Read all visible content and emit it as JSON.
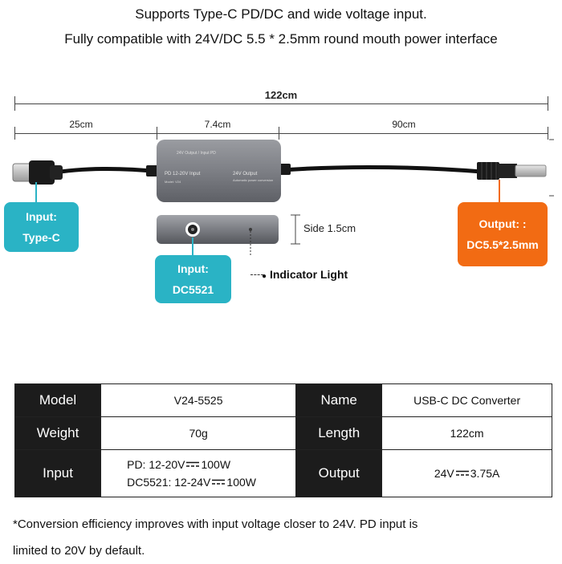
{
  "headline": {
    "line1": "Supports Type-C PD/DC and wide voltage input.",
    "line2": "Fully compatible with 24V/DC 5.5 * 2.5mm round mouth power interface"
  },
  "dimensions": {
    "total": "122cm",
    "left": "25cm",
    "middle": "7.4cm",
    "right": "90cm",
    "side": "Side 1.5cm"
  },
  "callouts": {
    "input_typec": [
      "Input:",
      "Type-C"
    ],
    "input_dc": [
      "Input:",
      "DC5521"
    ],
    "output": [
      "Output: :",
      "DC5.5*2.5mm"
    ],
    "indicator": "Indicator Light"
  },
  "colors": {
    "teal": "#2ab3c5",
    "orange": "#f26b13",
    "header_bg": "#1c1c1c"
  },
  "spec_table": {
    "rows": [
      {
        "h1": "Model",
        "v1": "V24-5525",
        "h2": "Name",
        "v2": "USB-C DC Converter"
      },
      {
        "h1": "Weight",
        "v1": "70g",
        "h2": "Length",
        "v2": "122cm"
      }
    ],
    "input_header": "Input",
    "input_pd_prefix": "PD: 12-20V",
    "input_pd_suffix": "100W",
    "input_dc_prefix": "DC5521: 12-24V",
    "input_dc_suffix": "100W",
    "output_header": "Output",
    "output_prefix": "24V",
    "output_suffix": "3.75A"
  },
  "note": {
    "line1": "*Conversion efficiency improves with input voltage closer to 24V. PD input is",
    "line2": "limited to 20V by default."
  }
}
